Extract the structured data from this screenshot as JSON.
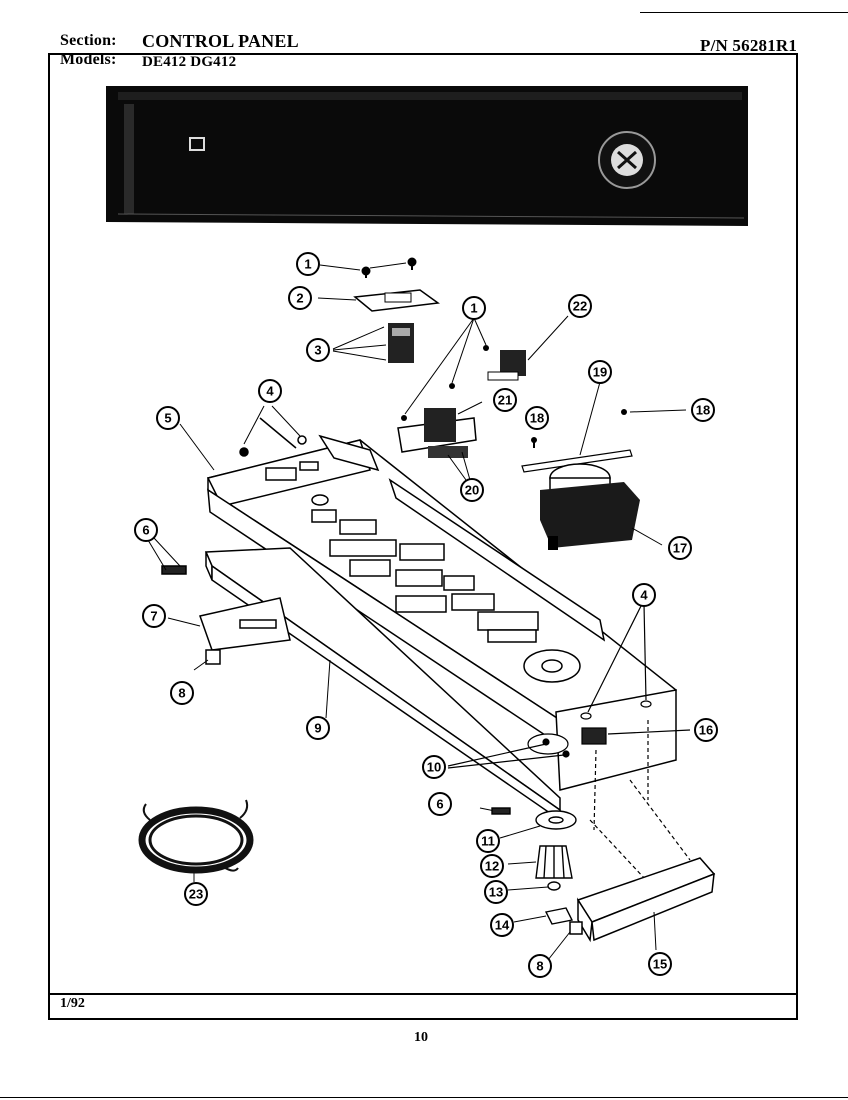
{
  "header": {
    "section_label": "Section:",
    "section_value": "CONTROL PANEL",
    "part_number": "P/N 56281R1",
    "models_label": "Models:",
    "models_value": "DE412  DG412"
  },
  "footer": {
    "date": "1/92",
    "page_number": "10"
  },
  "callouts": [
    "1",
    "2",
    "3",
    "1",
    "22",
    "4",
    "5",
    "21",
    "19",
    "18",
    "18",
    "20",
    "17",
    "6",
    "7",
    "4",
    "8",
    "9",
    "16",
    "10",
    "6",
    "11",
    "12",
    "13",
    "14",
    "8",
    "15",
    "23"
  ]
}
